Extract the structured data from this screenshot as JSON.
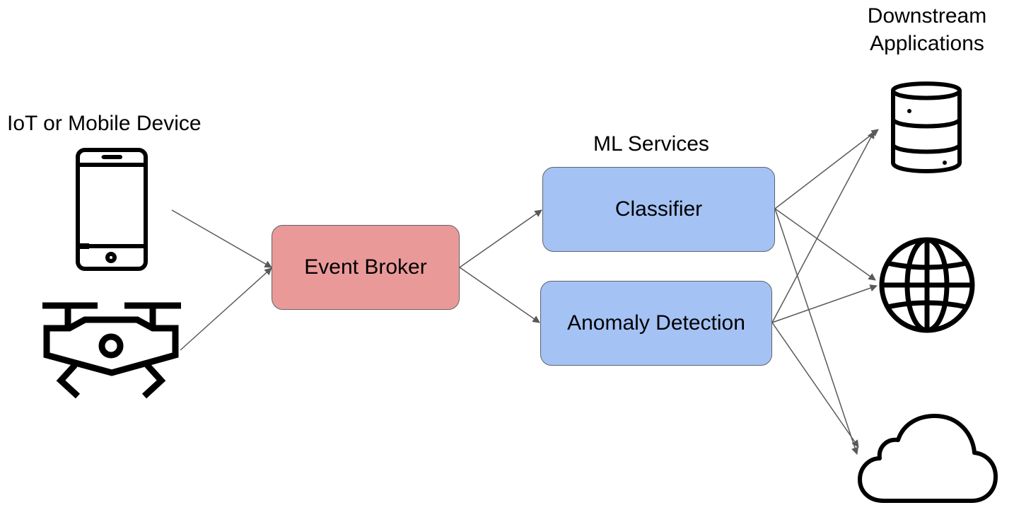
{
  "labels": {
    "source": "IoT or Mobile Device",
    "ml_services": "ML Services",
    "downstream": "Downstream\nApplications"
  },
  "nodes": {
    "event_broker": "Event Broker",
    "classifier": "Classifier",
    "anomaly_detection": "Anomaly Detection"
  },
  "colors": {
    "event_broker_fill": "#ea9999",
    "ml_service_fill": "#a4c2f4",
    "box_border": "#5f6368",
    "arrow": "#595959",
    "icon": "#000000"
  },
  "icons": {
    "source": [
      "smartphone-icon",
      "drone-icon"
    ],
    "downstream": [
      "database-icon",
      "globe-icon",
      "cloud-icon"
    ]
  }
}
